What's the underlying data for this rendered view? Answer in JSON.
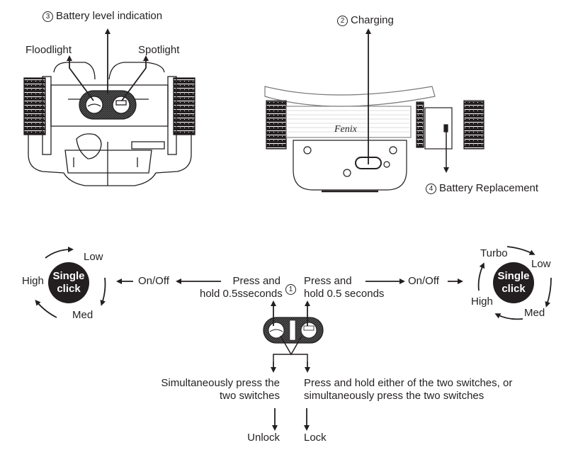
{
  "top_labels": {
    "battery_indication": {
      "number": "3",
      "text": "Battery level indication"
    },
    "floodlight": "Floodlight",
    "spotlight": "Spotlight",
    "charging": {
      "number": "2",
      "text": "Charging"
    },
    "battery_replacement": {
      "number": "4",
      "text": "Battery Replacement"
    },
    "brand_logo": "Fenix"
  },
  "operation": {
    "switch_number": "1",
    "left": {
      "press_line1": "Press and",
      "press_line2": "hold 0.5sseconds",
      "on_off": "On/Off",
      "bubble_line1": "Single",
      "bubble_line2": "click",
      "modes": [
        "Low",
        "Med",
        "High"
      ]
    },
    "right": {
      "press_line1": "Press and",
      "press_line2": "hold 0.5 seconds",
      "on_off": "On/Off",
      "bubble_line1": "Single",
      "bubble_line2": "click",
      "modes": [
        "Turbo",
        "Low",
        "Med",
        "High"
      ]
    }
  },
  "lock": {
    "unlock_desc_line1": "Simultaneously press the",
    "unlock_desc_line2": "two switches",
    "unlock_label": "Unlock",
    "lock_desc_line1": "Press and hold either of the two switches, or",
    "lock_desc_line2": "simultaneously press the two switches",
    "lock_label": "Lock"
  }
}
